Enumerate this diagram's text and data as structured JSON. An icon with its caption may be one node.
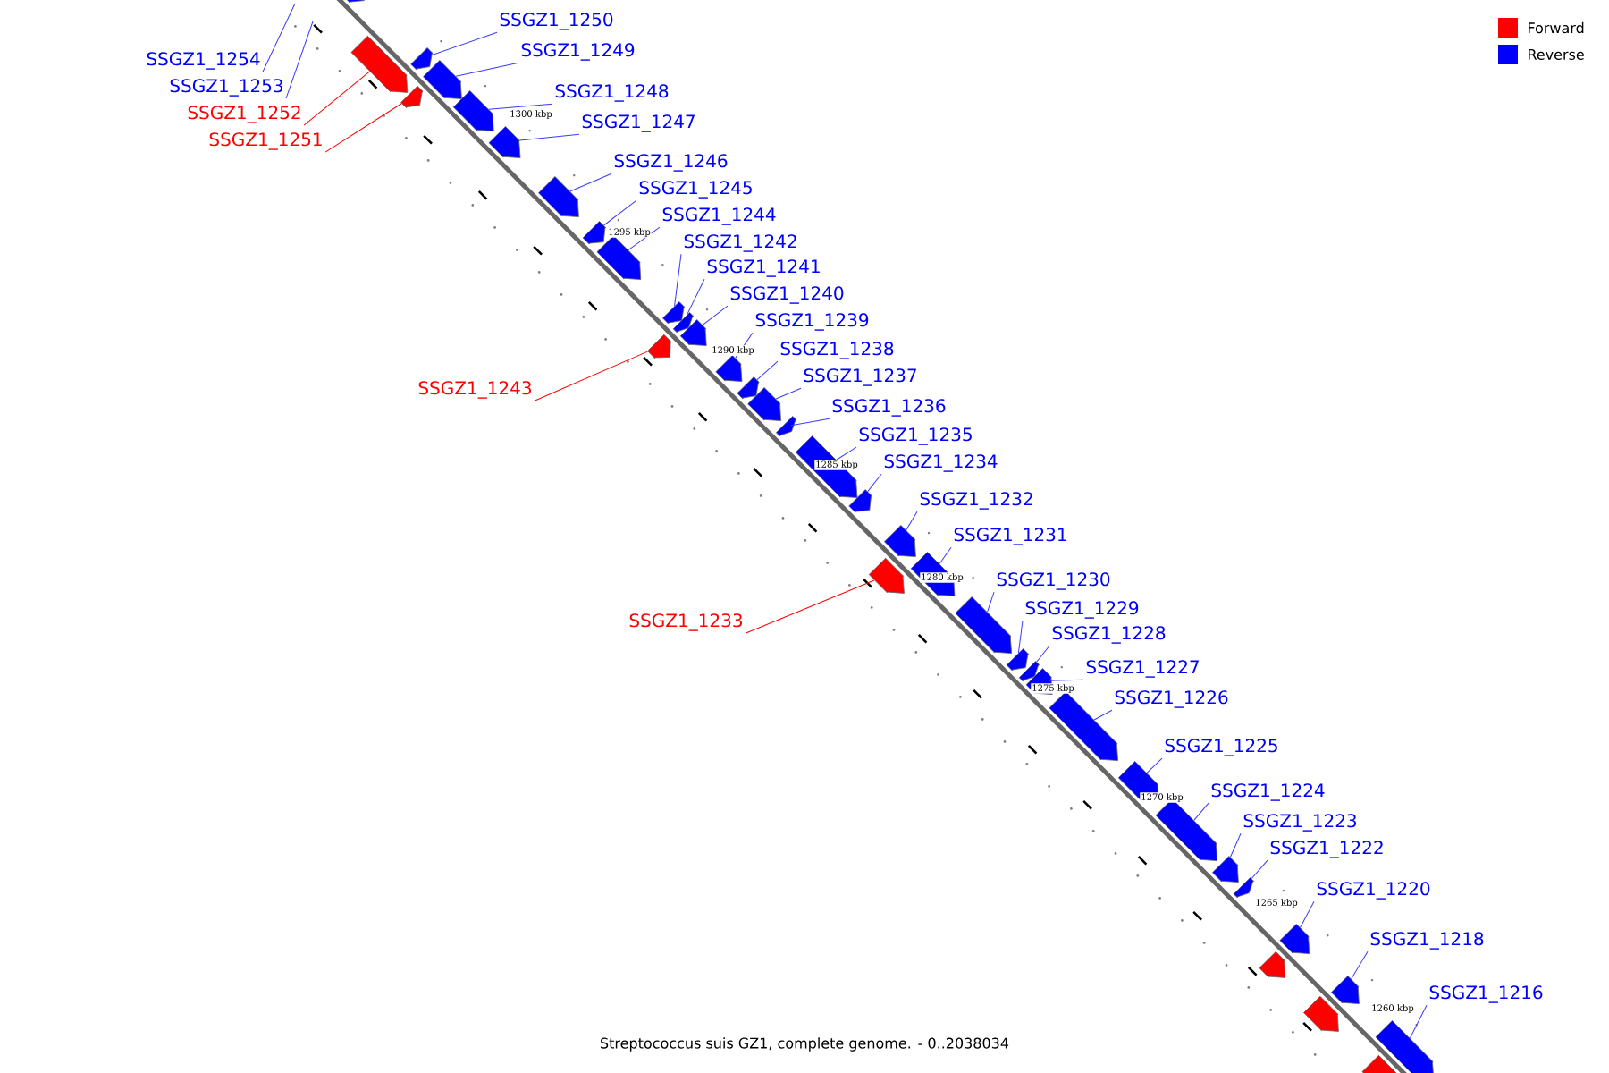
{
  "diagram": {
    "caption": "Streptococcus suis GZ1, complete genome. - 0..2038034",
    "nodes": [
      {
        "text": [
          "SSGZ1_1250"
        ]
      },
      {
        "text": [
          "SSGZ1_1249"
        ]
      },
      {
        "text": [
          "SSGZ1_1254"
        ]
      },
      {
        "text": [
          "SSGZ1_1253"
        ]
      },
      {
        "text": [
          "SSGZ1_1248"
        ]
      },
      {
        "text": [
          "SSGZ1_1252"
        ]
      },
      {
        "text": [
          "SSGZ1_1247"
        ]
      },
      {
        "text": [
          "SSGZ1_1251"
        ]
      },
      {
        "text": [
          "SSGZ1_1246"
        ]
      },
      {
        "text": [
          "SSGZ1_1245"
        ]
      },
      {
        "text": [
          "SSGZ1_1244"
        ]
      },
      {
        "text": [
          "SSGZ1_1242"
        ]
      },
      {
        "text": [
          "SSGZ1_1241"
        ]
      },
      {
        "text": [
          "SSGZ1_1240"
        ]
      },
      {
        "text": [
          "SSGZ1_1239"
        ]
      },
      {
        "text": [
          "SSGZ1_1238"
        ]
      },
      {
        "text": [
          "SSGZ1_1237"
        ]
      },
      {
        "text": [
          "SSGZ1_1243"
        ]
      },
      {
        "text": [
          "SSGZ1_1236"
        ]
      },
      {
        "text": [
          "SSGZ1_1235"
        ]
      },
      {
        "text": [
          "SSGZ1_1234"
        ]
      },
      {
        "text": [
          "SSGZ1_1232"
        ]
      },
      {
        "text": [
          "SSGZ1_1231"
        ]
      },
      {
        "text": [
          "SSGZ1_1230"
        ]
      },
      {
        "text": [
          "SSGZ1_1229"
        ]
      },
      {
        "text": [
          "SSGZ1_1233"
        ]
      },
      {
        "text": [
          "SSGZ1_1228"
        ]
      },
      {
        "text": [
          "SSGZ1_1227"
        ]
      },
      {
        "text": [
          "SSGZ1_1226"
        ]
      },
      {
        "text": [
          "SSGZ1_1225"
        ]
      },
      {
        "text": [
          "SSGZ1_1224"
        ]
      },
      {
        "text": [
          "SSGZ1_1223"
        ]
      },
      {
        "text": [
          "SSGZ1_1222"
        ]
      },
      {
        "text": [
          "SSGZ1_1220"
        ]
      },
      {
        "text": [
          "SSGZ1_1218"
        ]
      },
      {
        "text": [
          "SSGZ1_1216"
        ]
      },
      {
        "text": [],
        "shape": "pentagon"
      },
      {
        "text": [],
        "shape": "pentagon"
      },
      {
        "text": [],
        "shape": "pentagon"
      },
      {
        "text": [],
        "shape": "pentagon"
      },
      {
        "text": [],
        "shape": "pentagon"
      },
      {
        "text": [],
        "shape": "pentagon"
      },
      {
        "text": [],
        "shape": "pentagon"
      },
      {
        "text": [],
        "shape": "pentagon"
      },
      {
        "text": [],
        "shape": "pentagon"
      },
      {
        "text": [],
        "shape": "pentagon"
      },
      {
        "text": [],
        "shape": "pentagon"
      },
      {
        "text": [],
        "shape": "pentagon"
      },
      {
        "text": [],
        "shape": "pentagon"
      },
      {
        "text": [],
        "shape": "pentagon"
      },
      {
        "text": [],
        "shape": "pentagon"
      },
      {
        "text": [],
        "shape": "pentagon"
      },
      {
        "text": [],
        "shape": "pentagon"
      },
      {
        "text": [],
        "shape": "pentagon"
      },
      {
        "text": [],
        "shape": "pentagon"
      },
      {
        "text": [],
        "shape": "pentagon"
      },
      {
        "text": [],
        "shape": "pentagon"
      },
      {
        "text": [],
        "shape": "pentagon"
      },
      {
        "text": [],
        "shape": "pentagon"
      },
      {
        "text": [],
        "shape": "pentagon"
      },
      {
        "text": [],
        "shape": "pentagon"
      },
      {
        "text": [],
        "shape": "pentagon"
      },
      {
        "text": [],
        "shape": "pentagon"
      },
      {
        "text": [],
        "shape": "pentagon"
      },
      {
        "text": [],
        "shape": "pentagon"
      },
      {
        "text": [],
        "shape": "pentagon"
      },
      {
        "text": [],
        "shape": "pentagon"
      },
      {
        "text": [],
        "shape": "pentagon"
      },
      {
        "text": [],
        "shape": "pentagon"
      },
      {
        "text": [],
        "shape": "pentagon"
      },
      {
        "text": [],
        "shape": "pentagon"
      },
      {
        "text": [],
        "shape": "pentagon"
      },
      {
        "text": [],
        "shape": "pentagon"
      },
      {
        "text": [],
        "shape": "pentagon"
      }
    ],
    "edges": [
      {
        "from": 0,
        "to": 38,
        "arrow": "none"
      },
      {
        "from": 1,
        "to": 39,
        "arrow": "none"
      },
      {
        "from": 2,
        "to": null,
        "arrow": "none"
      },
      {
        "from": 3,
        "to": null,
        "arrow": "none"
      },
      {
        "from": 4,
        "to": 41,
        "arrow": "none"
      },
      {
        "from": 5,
        "to": 37,
        "arrow": "none",
        "color": "#ff0000"
      },
      {
        "from": 6,
        "to": 42,
        "arrow": "none"
      },
      {
        "from": 7,
        "to": 40,
        "arrow": "none",
        "color": "#ff0000"
      },
      {
        "from": 8,
        "to": 43,
        "arrow": "none"
      },
      {
        "from": 9,
        "to": 44,
        "arrow": "none"
      },
      {
        "from": 10,
        "to": 45,
        "arrow": "none"
      },
      {
        "from": 11,
        "to": 46,
        "arrow": "none"
      },
      {
        "from": 12,
        "to": 48,
        "arrow": "none"
      },
      {
        "from": 13,
        "to": 49,
        "arrow": "none"
      },
      {
        "from": 14,
        "to": 50,
        "arrow": "none"
      },
      {
        "from": 15,
        "to": 51,
        "arrow": "none"
      },
      {
        "from": 16,
        "to": 52,
        "arrow": "none"
      },
      {
        "from": 17,
        "to": 47,
        "arrow": "none",
        "color": "#ff0000"
      },
      {
        "from": 18,
        "to": 53,
        "arrow": "none"
      },
      {
        "from": 19,
        "to": 54,
        "arrow": "none"
      },
      {
        "from": 20,
        "to": 55,
        "arrow": "none"
      },
      {
        "from": 21,
        "to": 56,
        "arrow": "none"
      },
      {
        "from": 22,
        "to": 58,
        "arrow": "none"
      },
      {
        "from": 23,
        "to": 59,
        "arrow": "none"
      },
      {
        "from": 24,
        "to": 60,
        "arrow": "none"
      },
      {
        "from": 25,
        "to": 57,
        "arrow": "none",
        "color": "#ff0000"
      },
      {
        "from": 26,
        "to": 61,
        "arrow": "none"
      },
      {
        "from": 27,
        "to": 62,
        "arrow": "none"
      },
      {
        "from": 28,
        "to": 63,
        "arrow": "none"
      },
      {
        "from": 29,
        "to": 64,
        "arrow": "none"
      },
      {
        "from": 30,
        "to": 65,
        "arrow": "none"
      },
      {
        "from": 31,
        "to": 66,
        "arrow": "none"
      },
      {
        "from": 32,
        "to": 67,
        "arrow": "none"
      },
      {
        "from": 33,
        "to": 68,
        "arrow": "none"
      },
      {
        "from": 34,
        "to": 71,
        "arrow": "none"
      },
      {
        "from": 35,
        "to": 72,
        "arrow": "none"
      }
    ],
    "labels": [
      "1300 kbp",
      "1295 kbp",
      "1290 kbp",
      "1285 kbp",
      "1280 kbp",
      "1275 kbp",
      "1270 kbp",
      "1265 kbp",
      "1260 kbp"
    ],
    "legend": [
      {
        "text": "Forward",
        "color": "#ff0000"
      },
      {
        "text": "Reverse",
        "color": "#0000ff"
      }
    ]
  }
}
